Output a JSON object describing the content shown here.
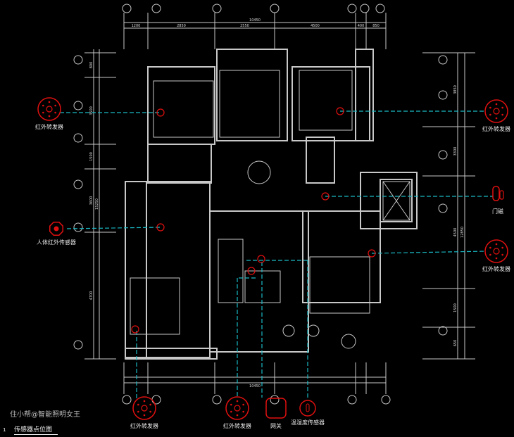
{
  "title": "传感器点位图",
  "drawing_number": "1",
  "watermark": "住小帮@智能照明女王",
  "colors": {
    "background": "#000000",
    "wall": "#c8c8c8",
    "sensor": "#e01010",
    "link": "#19b9c4"
  },
  "dimensions": {
    "top_total": "10450",
    "top": [
      "1200",
      "2850",
      "2550",
      "4500",
      "400",
      "850"
    ],
    "bottom_total": "10450",
    "left": [
      "800",
      "3500",
      "1500",
      "3600",
      "4700"
    ],
    "left_total": "15250",
    "right": [
      "3850",
      "3300",
      "4500",
      "1500",
      "650"
    ],
    "right_total": "12850"
  },
  "sensors": [
    {
      "type": "ir-blaster",
      "label": "红外转发器"
    },
    {
      "type": "motion-sensor",
      "label": "人体红外传感器"
    },
    {
      "type": "ir-blaster",
      "label": "红外转发器"
    },
    {
      "type": "door-sensor",
      "label": "门磁"
    },
    {
      "type": "ir-blaster",
      "label": "红外转发器"
    },
    {
      "type": "ir-blaster",
      "label": "红外转发器"
    },
    {
      "type": "ir-blaster",
      "label": "红外转发器"
    },
    {
      "type": "gateway",
      "label": "网关"
    },
    {
      "type": "temp-humidity-sensor",
      "label": "温湿度传感器"
    }
  ]
}
